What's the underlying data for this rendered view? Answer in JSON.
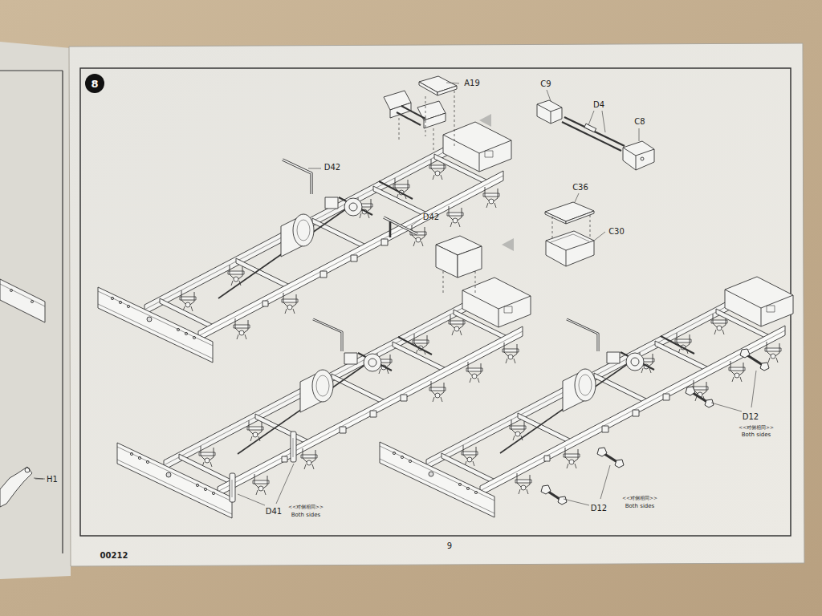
{
  "diagram": {
    "nodes": [
      {
        "text": [
          "8"
        ]
      }
    ],
    "labels": [
      "H1",
      "A19",
      "C9",
      "D4",
      "C8",
      "D42",
      "D42",
      "C36",
      "C30",
      "D12",
      "<<对侧相同>>",
      "Both sides",
      "D41",
      "<<对侧相同>>",
      "Both sides",
      "D12",
      "<<对侧相同>>",
      "Both sides",
      "00212",
      "9"
    ]
  }
}
